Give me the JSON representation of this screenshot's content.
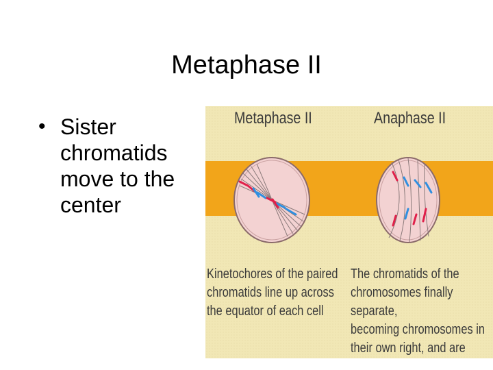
{
  "slide": {
    "title": "Metaphase II",
    "bullets": [
      {
        "marker": "•",
        "text": "Sister\nchromatids\nmove to the\ncenter"
      }
    ]
  },
  "figure": {
    "panels": [
      {
        "heading": "Metaphase II",
        "caption": "Kinetochores of the paired\nchromatids line up across\nthe equator of each cell"
      },
      {
        "heading": "Anaphase II",
        "caption": "The chromatids of the\nchromosomes finally separate,\nbecoming chromosomes in\ntheir own right, and are\npulled to opposite poles"
      }
    ],
    "colors": {
      "background": "#f1e7b5",
      "arrow": "#f2a51a",
      "cell": "#f3d2d2",
      "spindle": "#9a8a8a",
      "chromosome_red": "#e0204a",
      "chromosome_blue": "#2f8fe0"
    }
  }
}
